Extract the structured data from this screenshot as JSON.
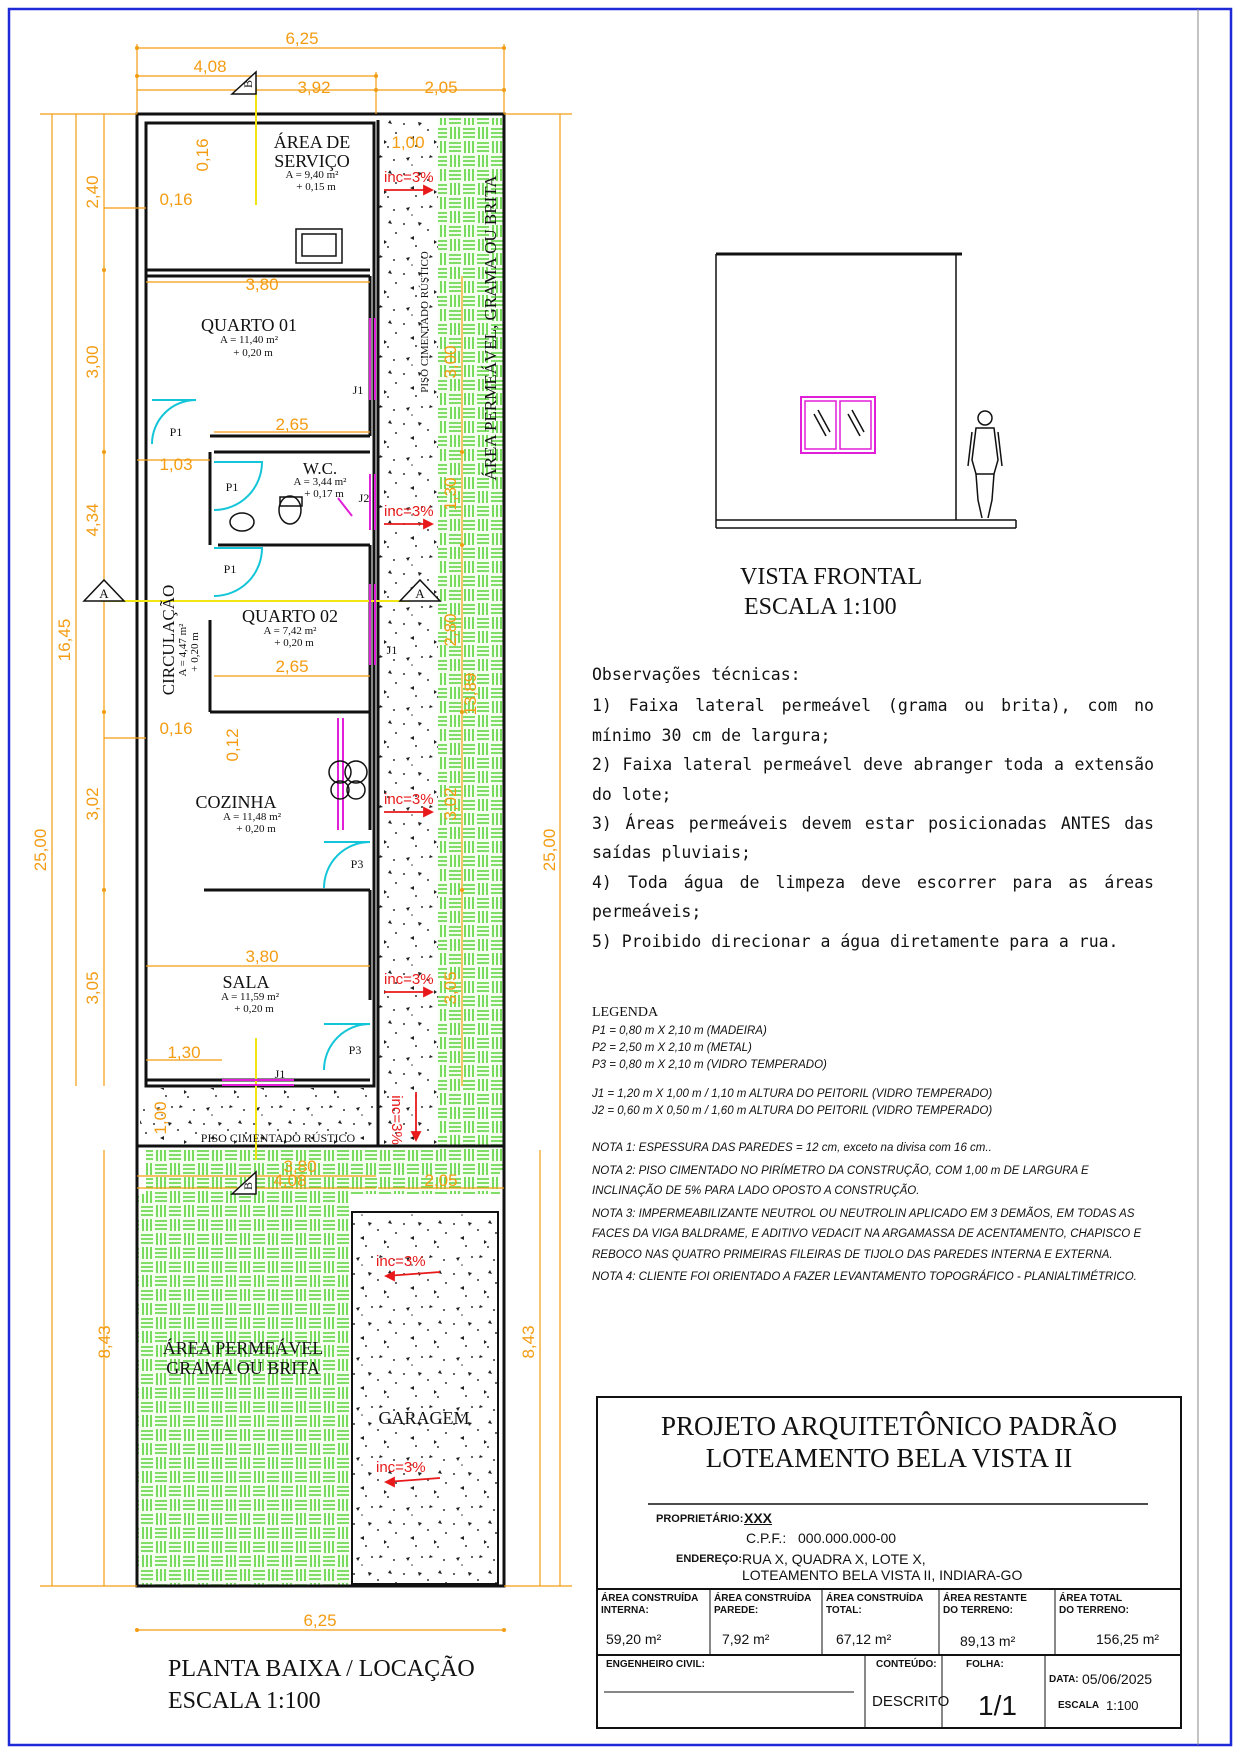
{
  "plan": {
    "dims": {
      "top_total": "6,25",
      "top_left": "4,08",
      "top_inner": "3,92",
      "top_right": "2,05",
      "left_total": "25,00",
      "left_mid": "16,45",
      "left_garage": "8,43",
      "left_s1": "2,40",
      "left_s2": "3,00",
      "left_s3": "4,34",
      "left_s4": "3,02",
      "left_s5": "3,05",
      "right_total": "25,00",
      "right_garage": "8,43",
      "right_s2": "3,00",
      "right_s3": "1,30",
      "right_s4": "2,80",
      "right_s5": "13,89",
      "right_s6": "3,02",
      "right_s7": "3,05",
      "bottom_total": "6,25",
      "b_380": "3,80",
      "b_408": "4,08",
      "b_205": "2,05",
      "d_016a": "0,16",
      "d_016b": "0,16",
      "d_016c": "0,16",
      "d_012": "0,12",
      "d_100a": "1,00",
      "d_100b": "1,00",
      "d_380a": "3,80",
      "d_265a": "2,65",
      "d_103": "1,03",
      "d_265b": "2,65",
      "d_380b": "3,80",
      "d_130": "1,30"
    },
    "rooms": {
      "servico_t1": "ÁREA DE",
      "servico_t2": "SERVIÇO",
      "servico_a": "A = 9,40 m²",
      "servico_h": "+ 0,15 m",
      "q1_t": "QUARTO 01",
      "q1_a": "A = 11,40 m²",
      "q1_h": "+ 0,20 m",
      "wc_t": "W.C.",
      "wc_a": "A = 3,44 m²",
      "wc_h": "+ 0,17 m",
      "q2_t": "QUARTO 02",
      "q2_a": "A = 7,42 m²",
      "q2_h": "+ 0,20 m",
      "circ_t": "CIRCULAÇÃO",
      "circ_a": "A = 4,47 m²",
      "circ_h": "+ 0,20 m",
      "coz_t": "COZINHA",
      "coz_a": "A = 11,48 m²",
      "coz_h": "+ 0,20 m",
      "sala_t": "SALA",
      "sala_a": "A = 11,59 m²",
      "sala_h": "+ 0,20 m",
      "perm_t1": "ÁREA PERMEÁVEL",
      "perm_t2": "GRAMA OU BRITA",
      "garagem": "GARAGEM",
      "side_perm": "ÁREA PERMEÁVEL, GRAMA OU BRITA",
      "side_piso": "PISO CIMENTADO RÚSTICO",
      "front_piso": "PISO CIMENTADO RÚSTICO"
    },
    "marks": {
      "p1": "P1",
      "p2": "P1",
      "p3": "P1",
      "p3a": "P3",
      "p3b": "P3",
      "j1a": "J1",
      "j2": "J2",
      "j1b": "J1",
      "j1c": "J1",
      "inc": "inc=3%",
      "cut_a": "A",
      "cut_b": "B"
    },
    "title": "PLANTA BAIXA / LOCAÇÃO",
    "scale": "ESCALA 1:100"
  },
  "front_view": {
    "title": "VISTA FRONTAL",
    "scale": "ESCALA 1:100"
  },
  "observacoes": {
    "title": "Observações técnicas:",
    "items": [
      "1) Faixa lateral permeável (grama ou brita), com no mínimo 30 cm de largura;",
      "2) Faixa lateral permeável deve abranger toda a extensão do lote;",
      "3) Áreas permeáveis devem estar posicionadas ANTES das saídas pluviais;",
      "4) Toda água de limpeza deve escorrer para as áreas permeáveis;",
      "5) Proibido direcionar a água diretamente para a rua."
    ]
  },
  "legenda": {
    "title": "LEGENDA",
    "items": [
      "P1 = 0,80 m X 2,10 m (MADEIRA)",
      "P2 = 2,50 m X 2,10 m (METAL)",
      "P3 = 0,80 m X 2,10 m (VIDRO TEMPERADO)",
      "J1 = 1,20 m X 1,00 m / 1,10 m ALTURA DO PEITORIL (VIDRO TEMPERADO)",
      "J2 = 0,60 m X 0,50 m / 1,60 m ALTURA DO PEITORIL (VIDRO TEMPERADO)"
    ],
    "notes": [
      "NOTA 1: ESPESSURA DAS PAREDES = 12 cm, exceto na divisa com 16 cm..",
      "NOTA 2: PISO CIMENTADO NO PIRÍMETRO DA CONSTRUÇÃO, COM 1,00 m DE LARGURA E INCLINAÇÃO DE 5% PARA LADO OPOSTO A CONSTRUÇÃO.",
      "NOTA 3: IMPERMEABILIZANTE NEUTROL OU NEUTROLIN APLICADO EM 3 DEMÃOS, EM TODAS AS FACES DA VIGA BALDRAME, E ADITIVO VEDACIT NA ARGAMASSA DE ACENTAMENTO, CHAPISCO E REBOCO NAS QUATRO PRIMEIRAS FILEIRAS DE TIJOLO DAS PAREDES INTERNA E EXTERNA.",
      "NOTA 4: CLIENTE FOI ORIENTADO A FAZER LEVANTAMENTO TOPOGRÁFICO - PLANIALTIMÉTRICO."
    ]
  },
  "title_block": {
    "title1": "PROJETO ARQUITETÔNICO PADRÃO",
    "title2": "LOTEAMENTO BELA VISTA II",
    "proprietario_label": "PROPRIETÁRIO:",
    "proprietario": "XXX",
    "cpf_label": "C.P.F.:",
    "cpf": "000.000.000-00",
    "endereco_label": "ENDEREÇO:",
    "endereco1": "RUA X, QUADRA X, LOTE X,",
    "endereco2": "LOTEAMENTO BELA VISTA II, INDIARA-GO",
    "areas": [
      {
        "label1": "ÁREA CONSTRUÍDA",
        "label2": "INTERNA:",
        "value": "59,20 m²"
      },
      {
        "label1": "ÁREA CONSTRUÍDA",
        "label2": "PAREDE:",
        "value": "7,92 m²"
      },
      {
        "label1": "ÁREA CONSTRUÍDA",
        "label2": "TOTAL:",
        "value": "67,12 m²"
      },
      {
        "label1": "ÁREA RESTANTE",
        "label2": "DO TERRENO:",
        "value": "89,13 m²"
      },
      {
        "label1": "ÁREA TOTAL",
        "label2": "DO TERRENO:",
        "value": "156,25 m²"
      }
    ],
    "engenheiro_label": "ENGENHEIRO CIVIL:",
    "conteudo_label": "CONTEÚDO:",
    "conteudo": "DESCRITO",
    "folha_label": "FOLHA:",
    "folha": "1/1",
    "data_label": "DATA:",
    "data": "05/06/2025",
    "escala_label": "ESCALA",
    "escala": "1:100"
  },
  "colors": {
    "dimension": "#f39c12",
    "permeable": "#7ddc5a",
    "incline": "#e8191b",
    "window": "#e11fd9",
    "door": "#12c5d8",
    "axis": "#f1e614",
    "frame": "#1d2ad6"
  }
}
